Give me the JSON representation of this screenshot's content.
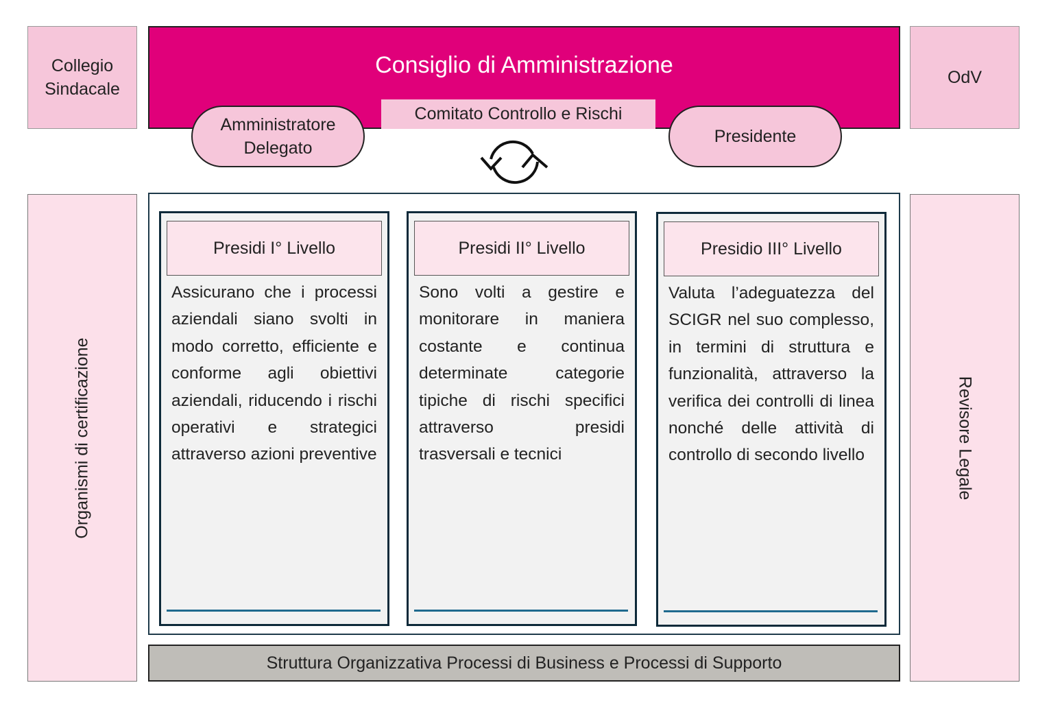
{
  "collegio": "Collegio Sindacale",
  "cda": "Consiglio di Amministrazione",
  "odv": "OdV",
  "amministratore": "Amministratore Delegato",
  "comitato": "Comitato Controllo e Rischi",
  "presidente": "Presidente",
  "organismi": "Organismi di certificazione",
  "revisore": "Revisore Legale",
  "columns": [
    {
      "title": "Presidi I° Livello",
      "text": "Assicurano che i processi aziendali siano svolti in modo corretto, efficiente e conforme agli obiettivi aziendali, riducendo i rischi operativi e strategici attraverso azioni preventive"
    },
    {
      "title": "Presidi II° Livello",
      "text": "Sono volti a gestire e monitorare in maniera costante e continua determinate categorie tipiche di rischi specifici attraverso presidi trasversali e tecnici"
    },
    {
      "title": "Presidio III° Livello",
      "text": "Valuta l’adeguatezza del SCIGR nel suo complesso, in termini di struttura e funzionalità, attraverso la verifica dei controlli di linea nonché delle attività di controllo di secondo livello"
    }
  ],
  "struttura": "Struttura Organizzativa Processi di Business e Processi di Supporto",
  "colors": {
    "magenta": "#e0007a",
    "pink": "#f6c6da",
    "lightpink": "#fce0ea",
    "gray": "#bfbdb8"
  }
}
